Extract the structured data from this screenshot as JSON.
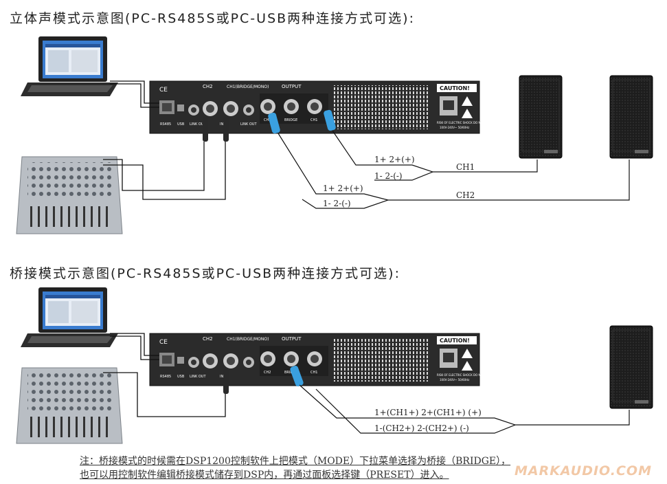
{
  "headings": {
    "stereo": "立体声模式示意图(PC-RS485S或PC-USB两种连接方式可选):",
    "bridge": "桥接模式示意图(PC-RS485S或PC-USB两种连接方式可选):"
  },
  "amp_panel": {
    "ce": "CE",
    "ch2": "CH2",
    "input_title": "CH1(BRIDGE/MONO)",
    "output": "OUTPUT",
    "ch2_out": "CH2",
    "bridge": "BRIDGE",
    "ch1_out": "CH1",
    "caution": "CAUTION!",
    "warning_line1": "RISK OF ELECTRIC SHOCK DO NOT OPEN",
    "warning_line2": "100V-240V~  50/60Hz",
    "rs485": "RS485",
    "usb": "USB",
    "link_out": "LINK OUT",
    "in": "IN"
  },
  "stereo_wiring": {
    "ch1_top": "1+  2+(+)",
    "ch1_bottom": "1-  2-(-)",
    "ch1_name": "CH1",
    "ch2_top": "1+  2+(+)",
    "ch2_bottom": "1-  2-(-)",
    "ch2_name": "CH2"
  },
  "bridge_wiring": {
    "top": "1+(CH1+)   2+(CH1+)   (+)",
    "bottom": "1-(CH2+)   2-(CH2+)   (-)"
  },
  "note": {
    "line1": "注：桥接模式的时候需在DSP1200控制软件上把模式（MODE）下拉菜单选择为桥接（BRIDGE），",
    "line2": "也可以用控制软件编辑桥接模式储存到DSP内，再通过面板选择键（PRESET）进入。"
  },
  "watermark": "MARKAUDIO.COM",
  "colors": {
    "panel": "#2b2b2b",
    "speaker": "#1d1d1d",
    "mixer": "#b9bec4",
    "laptop_screen": "#3a7ccf",
    "connector": "#3aa0e0"
  }
}
